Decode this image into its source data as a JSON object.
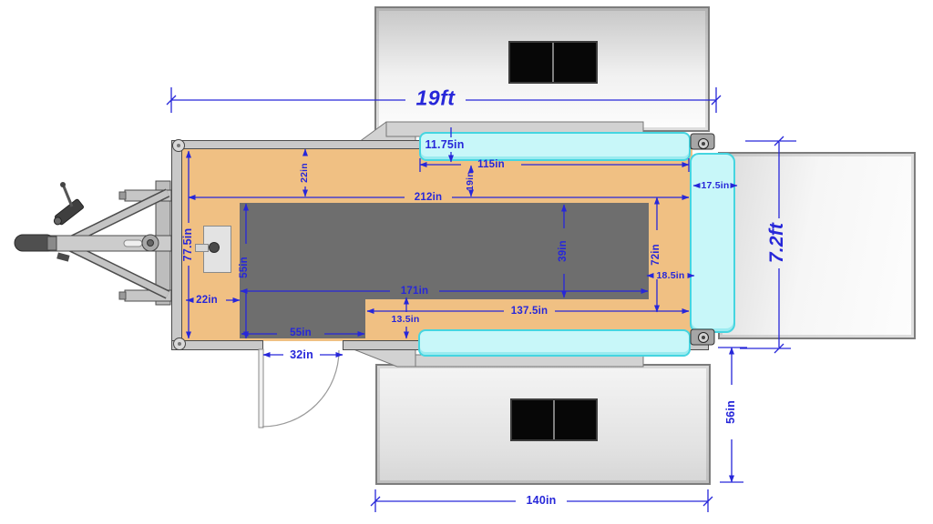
{
  "diagram": {
    "title": "cargo-trailer-conversion-floor-plan-top-view",
    "units": [
      "ft",
      "in"
    ]
  },
  "dims": {
    "overall_length": "19ft",
    "overall_width": "7.2ft",
    "d11_75": "11.75in",
    "d115": "115in",
    "d19": "19in",
    "d212": "212in",
    "d22_top": "22in",
    "d77_5": "77.5in",
    "d55_left": "55in",
    "d39": "39in",
    "d72": "72in",
    "d18_5": "18.5in",
    "d17_5": "17.5in",
    "d171": "171in",
    "d137_5": "137.5in",
    "d13_5": "13.5in",
    "d55_bottom": "55in",
    "d22_bottom": "22in",
    "d32_door": "32in",
    "d56": "56in",
    "d140": "140in"
  },
  "colors": {
    "dimension_blue": "#2727d9",
    "floor_tan": "#f0c083",
    "platform_gray": "#6e6e6e",
    "cabinet_cyan": "#c8f7f9",
    "cyan_border": "#45d5e0",
    "solar_black": "#070707"
  }
}
